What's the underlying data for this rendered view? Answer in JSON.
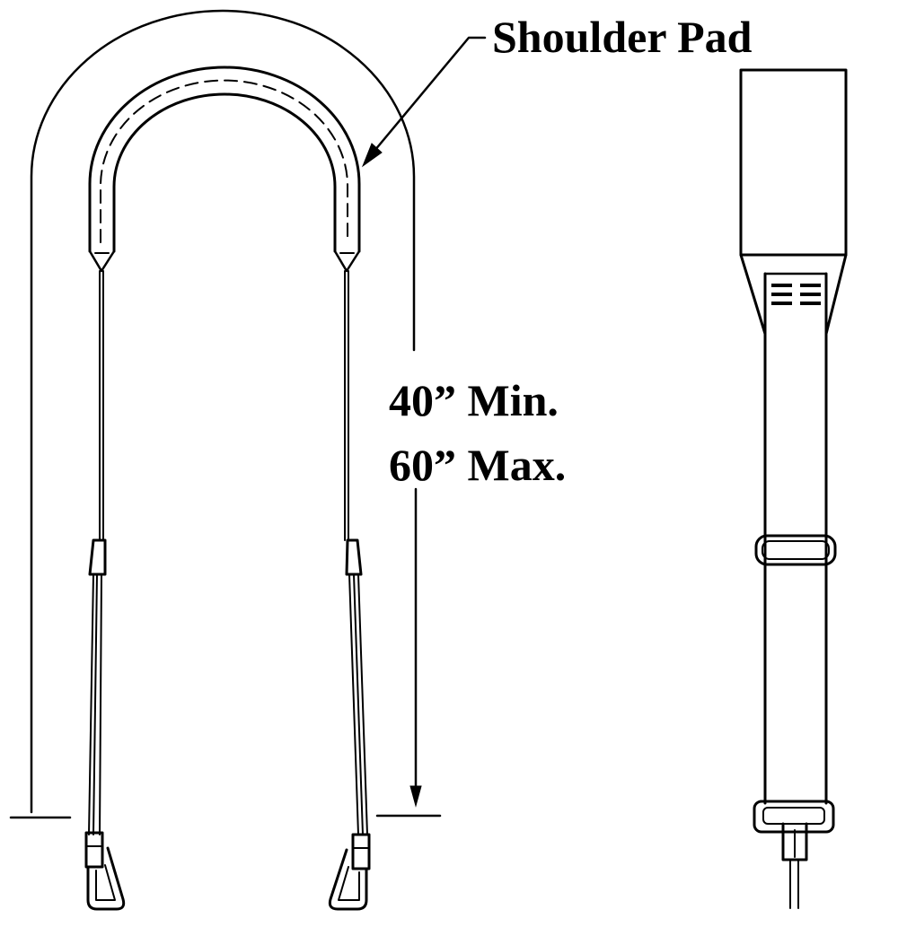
{
  "labels": {
    "shoulder_pad": "Shoulder Pad",
    "min_length": "40” Min.",
    "max_length": "60” Max."
  },
  "colors": {
    "line": "#000000",
    "background": "#ffffff"
  }
}
